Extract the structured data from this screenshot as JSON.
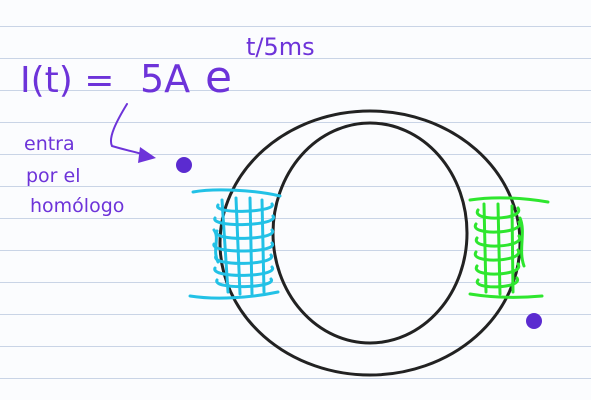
{
  "formula": {
    "lhs": "I(t) =",
    "amplitude": "5A",
    "base": "e",
    "exponent": "t/5ms"
  },
  "note": {
    "line1": "entra",
    "line2": "por el",
    "line3": "homólogo"
  },
  "colors": {
    "ink": "#6d33d9",
    "core": "#222222",
    "coil_left": "#22c1e6",
    "coil_right": "#2ee62e",
    "dot": "#5b2bd0",
    "ruled_line": "#c9d4e6"
  }
}
